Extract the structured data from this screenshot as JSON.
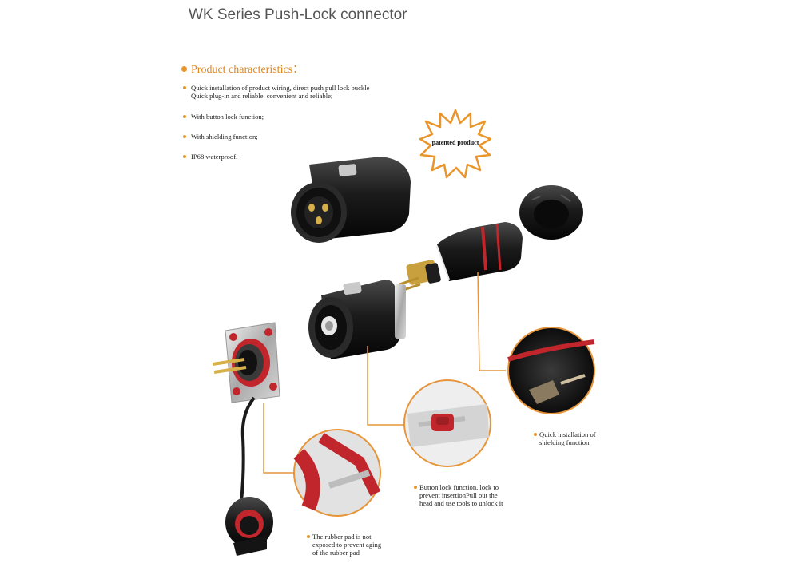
{
  "title": "WK Series Push-Lock connector",
  "section": {
    "heading": "Product characteristics："
  },
  "features": [
    {
      "line1": "Quick installation of product wiring, direct push pull lock buckle",
      "line2": "Quick plug-in and reliable, convenient and reliable;"
    },
    {
      "line1": "With button lock function;"
    },
    {
      "line1": "With shielding function;"
    },
    {
      "line1": "IP68 waterproof."
    }
  ],
  "badge": {
    "text": "patented product"
  },
  "callouts": {
    "shielding": {
      "line1": "Quick installation of",
      "line2": "shielding function"
    },
    "button_lock": {
      "line1": "Button lock function, lock to",
      "line2": "prevent insertionPull out the",
      "line3": "head and use tools to unlock it"
    },
    "rubber_pad": {
      "line1": "The rubber pad is not",
      "line2": "exposed to prevent aging",
      "line3": "of the rubber pad"
    }
  },
  "colors": {
    "accent": "#e9952a",
    "title": "#555555",
    "connector_body": "#1a1a1a",
    "seal_red": "#c0262b"
  }
}
